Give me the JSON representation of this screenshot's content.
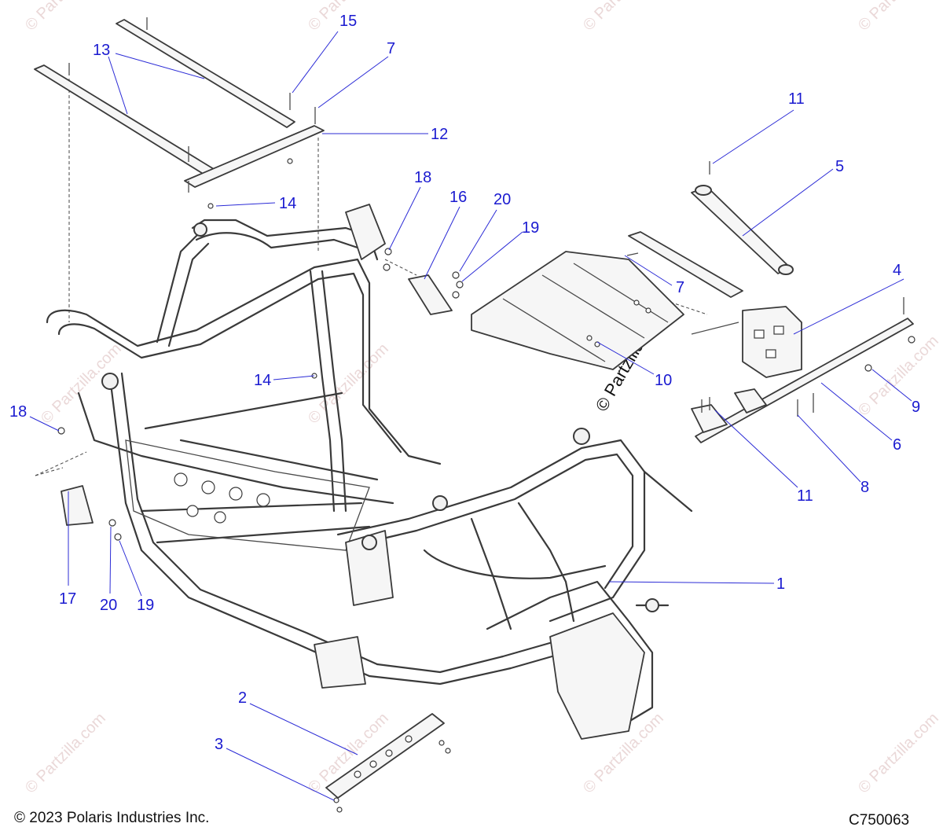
{
  "footer": {
    "copyright": "© 2023 Polaris Industries Inc.",
    "diagram_code": "C750063"
  },
  "watermark": {
    "text": "© Partzilla.com",
    "brand_text": "© Partzilla.com"
  },
  "callouts": {
    "c1": "1",
    "c2": "2",
    "c3": "3",
    "c4": "4",
    "c5": "5",
    "c6": "6",
    "c7a": "7",
    "c7b": "7",
    "c8": "8",
    "c9": "9",
    "c10": "10",
    "c11a": "11",
    "c11b": "11",
    "c12": "12",
    "c13": "13",
    "c14a": "14",
    "c14b": "14",
    "c15": "15",
    "c16": "16",
    "c17": "17",
    "c18a": "18",
    "c18b": "18",
    "c19a": "19",
    "c19b": "19",
    "c20a": "20",
    "c20b": "20"
  },
  "colors": {
    "callout": "#1a1ad0",
    "leader": "#2b2bd6",
    "line_art": "#3a3a3a"
  }
}
